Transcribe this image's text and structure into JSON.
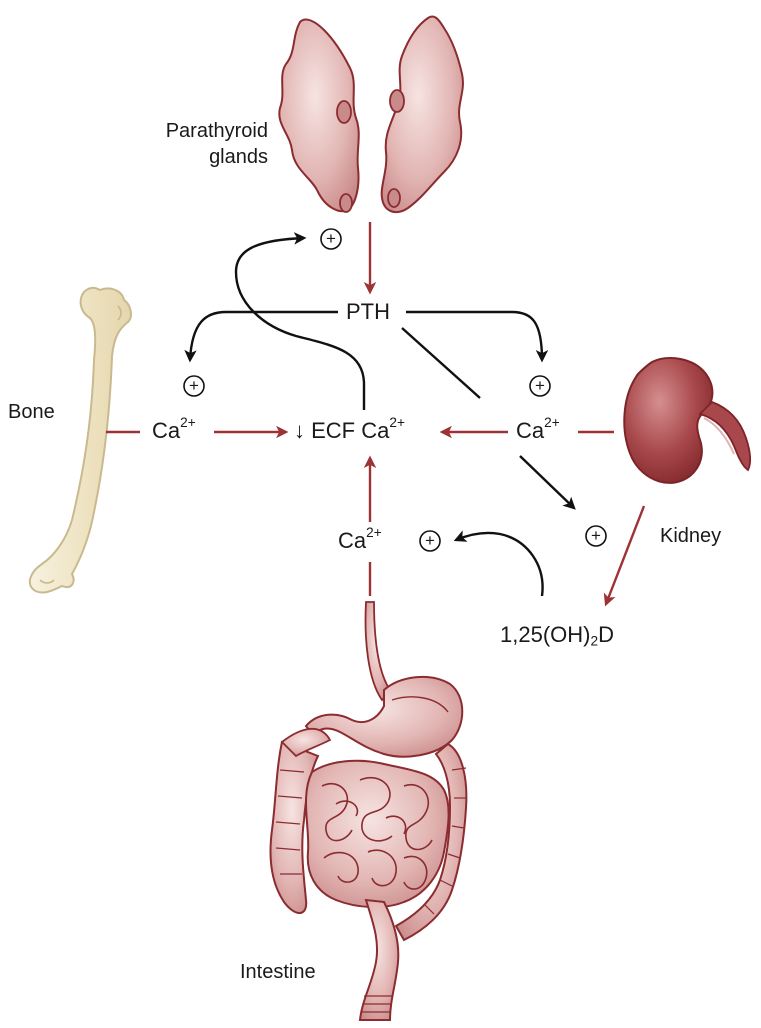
{
  "labels": {
    "parathyroid_line1": "Parathyroid",
    "parathyroid_line2": "glands",
    "bone": "Bone",
    "kidney": "Kidney",
    "intestine": "Intestine",
    "pth": "PTH"
  },
  "calcium": {
    "base": "Ca",
    "charge": "2+",
    "ecf_arrow": "↓",
    "ecf_prefix": "ECF Ca"
  },
  "vitamin_d": {
    "prefix": "1,25(OH)",
    "subscript": "2",
    "suffix": "D"
  },
  "stimulation_symbol": "+",
  "colors": {
    "organ_fill": "#d9a6a6",
    "organ_stroke": "#8b2c30",
    "red_arrow": "#9e3335",
    "black_arrow": "#111111",
    "bone_fill": "#f2ead0",
    "bone_stroke": "#c9b98e"
  }
}
